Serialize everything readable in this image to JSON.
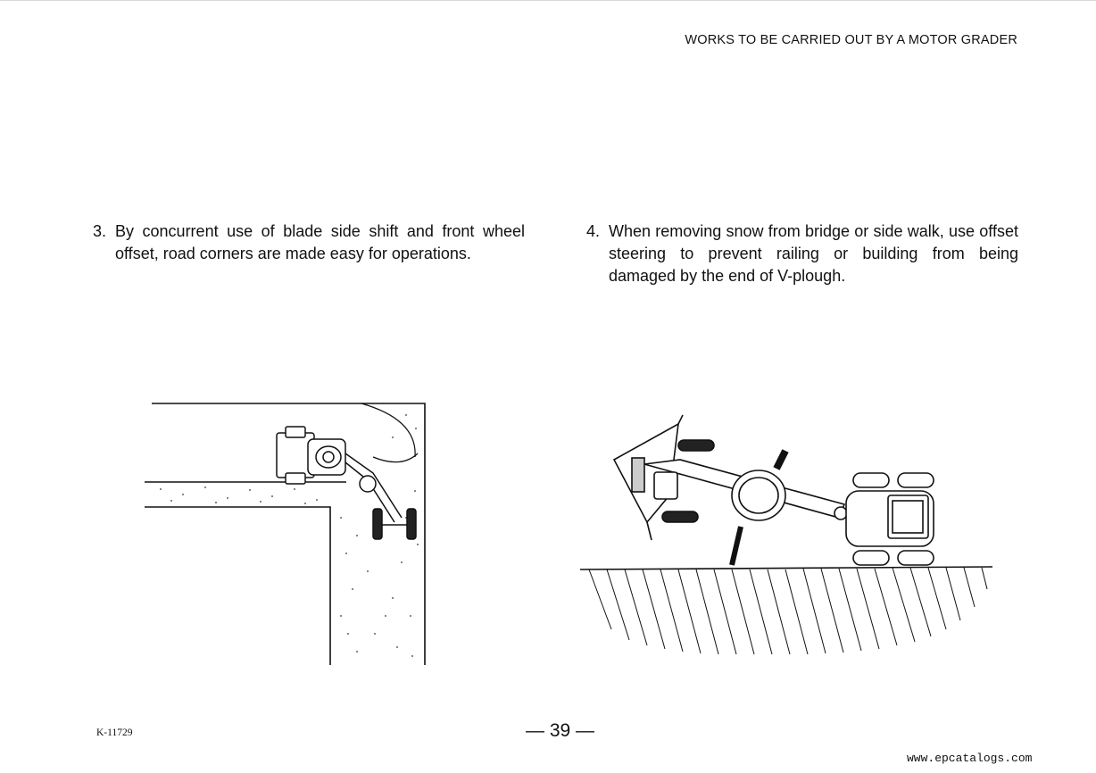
{
  "header": {
    "title": "WORKS TO BE CARRIED OUT BY A MOTOR GRADER"
  },
  "items": [
    {
      "number": "3.",
      "text": "By concurrent use of blade side shift and front wheel offset, road corners are made easy for operations."
    },
    {
      "number": "4.",
      "text": "When removing snow from bridge or side walk, use offset steering to prevent railing or building from being damaged by the end of V-plough."
    }
  ],
  "figures": [
    {
      "icon": "road-corner-grader-illustration"
    },
    {
      "icon": "v-plough-grader-illustration"
    }
  ],
  "footer": {
    "code": "K-11729",
    "page": "— 39 —",
    "watermark": "www.epcatalogs.com"
  }
}
